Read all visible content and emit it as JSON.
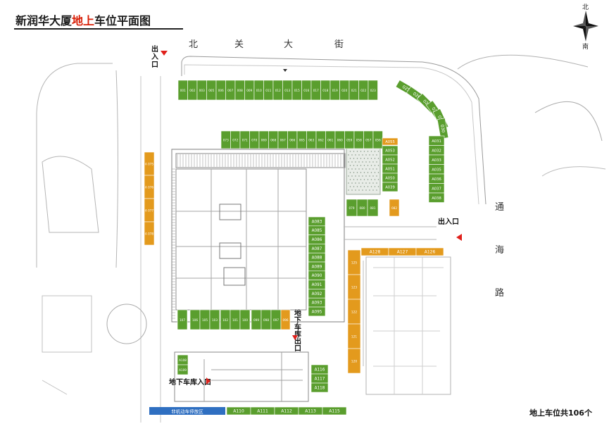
{
  "title": {
    "part1": "新润华大厦",
    "part2": "地上",
    "part3": "车位平面图"
  },
  "streets": {
    "north": [
      "北",
      "关",
      "大",
      "街"
    ],
    "east": [
      "通",
      "海",
      "路"
    ]
  },
  "compass": {
    "north": "北",
    "south": "南"
  },
  "entrances": {
    "top_left": [
      "出",
      "入",
      "口"
    ],
    "right": "出入口",
    "underground_exit": [
      "地",
      "下",
      "车",
      "库",
      "出",
      "口"
    ],
    "underground_entry": "地下车库入口"
  },
  "blue_zone": "非机动车停放区",
  "total": "地上车位共106个",
  "colors": {
    "green": "#5a9e2e",
    "orange": "#e39a1d",
    "blue": "#2f6fc1",
    "red": "#e0201b"
  },
  "spots": {
    "row_top": [
      "001",
      "002",
      "003",
      "005",
      "006",
      "007",
      "008",
      "009",
      "010",
      "011",
      "012",
      "013",
      "015",
      "016",
      "017",
      "018",
      "019",
      "020",
      "021",
      "022",
      "023"
    ],
    "arc": [
      "025",
      "026",
      "027",
      "028",
      "029",
      "030"
    ],
    "east_col": [
      "A031",
      "A032",
      "A033",
      "A035",
      "A036",
      "A037",
      "A038"
    ],
    "row_mid": [
      "073",
      "072",
      "071",
      "070",
      "069",
      "068",
      "067",
      "066",
      "065",
      "063",
      "062",
      "061",
      "060",
      "059",
      "058",
      "057",
      "056"
    ],
    "a055": "A055",
    "inner_col": [
      "A053",
      "A052",
      "A051",
      "A050",
      "A039"
    ],
    "mid_small": [
      "079",
      "080",
      "081"
    ],
    "orange_082": "082",
    "west_orange": [
      "A 075",
      "A 076",
      "A 077",
      "A 078"
    ],
    "center_col": [
      "A083",
      "A085",
      "A086",
      "A087",
      "A088",
      "A089",
      "A090",
      "A091",
      "A092",
      "A093",
      "A095"
    ],
    "row_bottom": [
      "107",
      "106",
      "105",
      "103",
      "102",
      "101",
      "100",
      "099",
      "098",
      "097"
    ],
    "orange_096": "096",
    "orange_row": [
      "A128",
      "A127",
      "A126"
    ],
    "orange_col": [
      "125",
      "123",
      "122",
      "121",
      "120"
    ],
    "south_col": [
      "A116",
      "A117",
      "A118"
    ],
    "left_small": [
      "A108",
      "A109"
    ],
    "bottom_row": [
      "A110",
      "A111",
      "A112",
      "A113",
      "A115"
    ]
  }
}
